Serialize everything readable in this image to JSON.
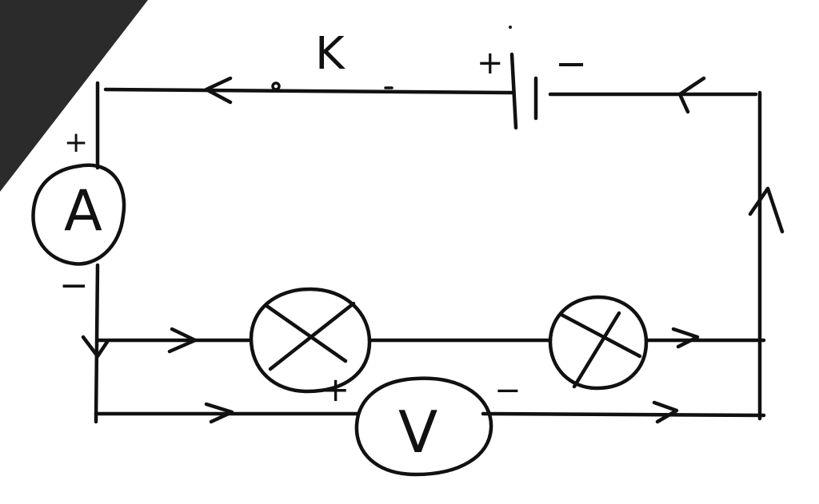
{
  "colors": {
    "ink": "#111111",
    "corner": "#2b2b2b",
    "paper": "#ffffff"
  },
  "labels": {
    "switch": "K",
    "ammeter": "A",
    "voltmeter": "V",
    "battery_plus": "+",
    "battery_minus": "−",
    "ammeter_plus": "+",
    "ammeter_minus": "−",
    "voltmeter_plus": "+",
    "voltmeter_minus": "−"
  },
  "components": {
    "battery": "battery",
    "switch": "open-switch",
    "ammeter": "ammeter",
    "voltmeter": "voltmeter",
    "lamps": [
      "lamp",
      "lamp"
    ]
  }
}
